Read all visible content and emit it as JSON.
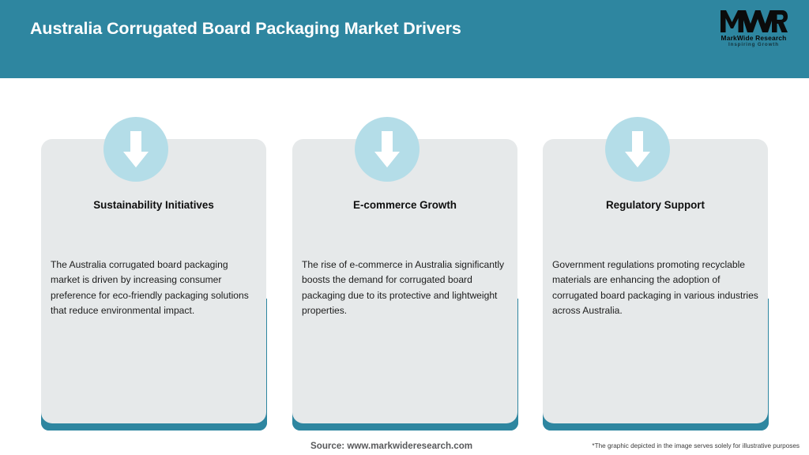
{
  "header": {
    "title": "Australia Corrugated Board Packaging Market Drivers",
    "bar_color": "#2E86A0"
  },
  "logo": {
    "monogram": "MWR",
    "name": "MarkWide Research",
    "tagline": "Inspiring Growth"
  },
  "cards": [
    {
      "title": "Sustainability Initiatives",
      "body": "The Australia corrugated board packaging market is driven by increasing consumer preference for eco-friendly packaging solutions that reduce environmental impact.",
      "icon": "arrow-down-icon"
    },
    {
      "title": "E-commerce Growth",
      "body": "The rise of e-commerce in Australia significantly boosts the demand for corrugated board packaging due to its protective and lightweight properties.",
      "icon": "arrow-down-icon"
    },
    {
      "title": "Regulatory Support",
      "body": "Government regulations promoting recyclable materials are enhancing the adoption of corrugated board packaging in various industries across Australia.",
      "icon": "arrow-down-icon"
    }
  ],
  "footer": {
    "source": "Source: www.markwideresearch.com",
    "disclaimer": "*The graphic depicted in the image serves solely for illustrative purposes"
  },
  "colors": {
    "teal": "#2E86A0",
    "light_blue": "#B4DDE8",
    "card_gray": "#E6E9EA",
    "background": "#FFFFFF"
  }
}
